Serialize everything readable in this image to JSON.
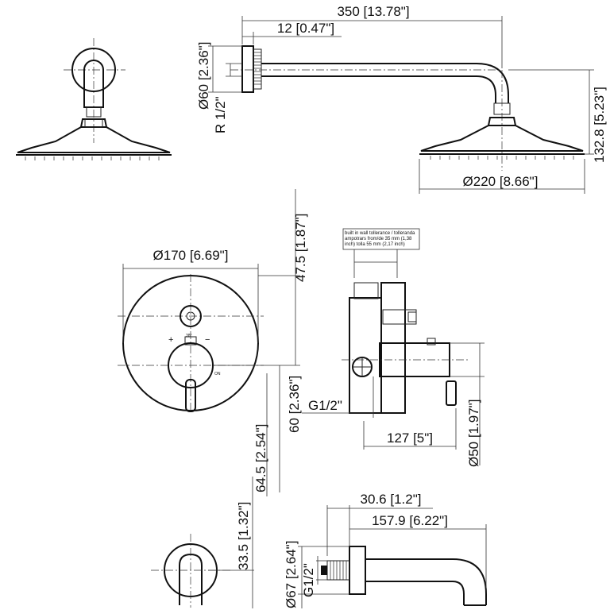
{
  "dimensions": {
    "arm_length": "350 [13.78\"]",
    "flange_thickness": "12 [0.47\"]",
    "flange_diameter": "Ø60 [2.36\"]",
    "thread": "R 1/2\"",
    "drop_height": "132.8 [5.23\"]",
    "head_diameter": "Ø220 [8.66\"]",
    "trim_diameter": "Ø170 [6.69\"]",
    "top_offset": "47.5 [1.87\"]",
    "center_to_top": "60 [2.36\"]",
    "center_to_bottom": "64.5 [2.54\"]",
    "inlet_thread": "G1/2\"",
    "body_depth": "127 [5\"]",
    "body_diameter": "Ø50 [1.97\"]",
    "spout_center": "33.5 [1.32\"]",
    "spout_offset": "30.6 [1.2\"]",
    "spout_length": "157.9 [6.22\"]",
    "spout_flange": "Ø67 [2.64\"]",
    "spout_thread": "G1/2\""
  },
  "valve_marks": {
    "plus": "+",
    "minus": "−",
    "temp": "38°",
    "on": "ON"
  },
  "note": {
    "line1": "built in wall tollerance / tolleranda",
    "line2": "ampotrars from/de 35 mm (1,38",
    "line3": "inch) tolla 55 mm (2,17 inch)"
  }
}
